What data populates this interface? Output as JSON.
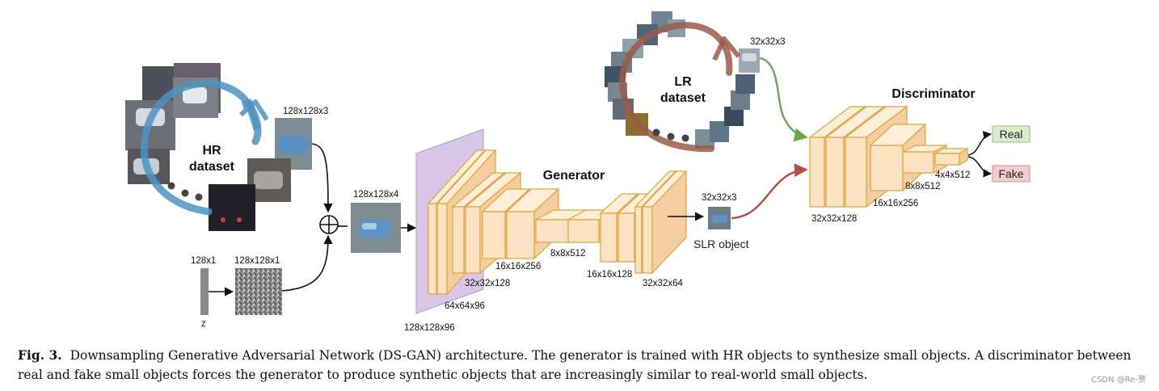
{
  "hr": {
    "title_line1": "HR",
    "title_line2": "dataset",
    "thumb_size": "128x128x3"
  },
  "lr": {
    "title_line1": "LR",
    "title_line2": "dataset",
    "thumb_size": "32x32x3"
  },
  "noise": {
    "z_size": "128x1",
    "z_label": "z",
    "noise_size": "128x128x1"
  },
  "concat": {
    "size": "128x128x4"
  },
  "generator": {
    "title": "Generator",
    "layers": [
      "128x128x96",
      "64x64x96",
      "32x32x128",
      "16x16x256",
      "8x8x512",
      "16x16x128",
      "32x32x64"
    ]
  },
  "slr": {
    "size": "32x32x3",
    "label": "SLR object"
  },
  "discriminator": {
    "title": "Discriminator",
    "layers": [
      "32x32x128",
      "16x16x256",
      "8x8x512",
      "4x4x512"
    ],
    "real_label": "Real",
    "fake_label": "Fake"
  },
  "caption": {
    "fig": "Fig. 3.",
    "text": "Downsampling Generative Adversarial Network (DS-GAN) architecture. The generator is trained with HR objects to synthesize small objects. A discriminator between real and fake small objects forces the generator to produce synthetic objects that are increasingly similar to real-world small objects."
  },
  "watermark": "CSDN @Re-赘",
  "colors": {
    "layer_fill": "#fbe2c2",
    "layer_stroke": "#e0a43a",
    "input_slab": "#d9c6e6",
    "hr_ring": "#4b94c3",
    "lr_ring": "#9b5a48",
    "green_arrow": "#6aa84f",
    "red_arrow": "#b74c48",
    "real_box": "#d9ecd0",
    "fake_box": "#f4cccc"
  }
}
